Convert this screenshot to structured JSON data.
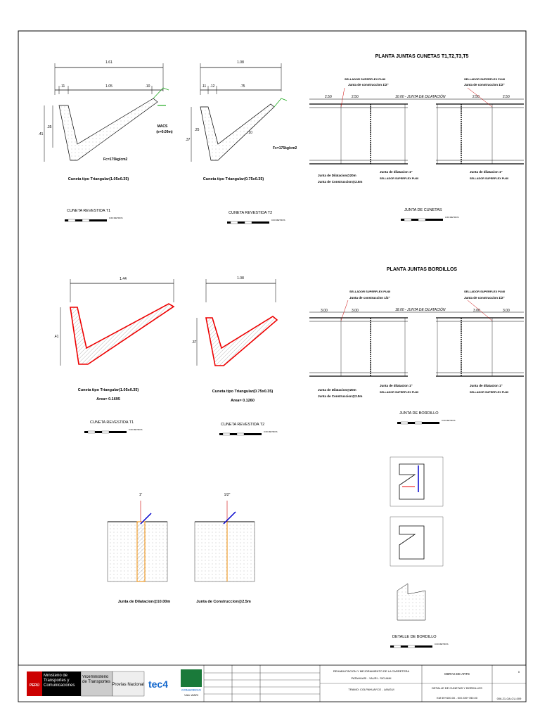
{
  "sheet": {
    "t1_top": {
      "dim_total": "1.61",
      "dim_a": ".11",
      "dim_b": "1.05",
      "dim_c": ".10",
      "h1": ".35",
      "h2": ".41",
      "macs": "MACS",
      "macs_e": "(e=0.09m)",
      "fc": "Fc=175kg/cm2",
      "caption": "Cuneta tipo Triangular(1.05x0.35)"
    },
    "t2_top": {
      "dim_total": "1.08",
      "dim_a": ".11",
      "dim_b": ".12",
      "dim_c": ".75",
      "h1": ".25",
      "h2": ".37",
      "h3": ".10",
      "fc": "Fc=175kg/cm2",
      "caption": "Cuneta tipo Triangular(0.75x0.35)"
    },
    "scales": {
      "cuneta_t1": "CUNETA REVESTIDA T1",
      "cuneta_t2": "CUNETA REVESTIDA T2",
      "junta_cunetas": "JUNTA DE CUNETAS",
      "junta_bordillo": "JUNTA DE BORDILLO",
      "detalle_bordillo": "DETALLE DE BORDILLO",
      "metros": "0.60 METROS"
    },
    "planta_cunetas": {
      "title": "PLANTA JUNTAS CUNETAS T1,T2,T3,T5",
      "sellador": "SELLADOR SUPERFLEX PU40",
      "junta_construccion": "Junta de construccion 1/2\"",
      "dims": [
        "2.50",
        "2.50",
        "2.50",
        "2.50"
      ],
      "center": "10.00 - JUNTA DE DILATACIÓN",
      "junta_dilatacion_20": "Junta de Dilatacion@20m",
      "junta_construccion_25": "Junta de Construccion@2.5m",
      "junta_dilatacion_1": "Junta de dilatacion 1\"",
      "sellador2": "SELLADOR SUPERFLEX PU40"
    },
    "planta_bordillos": {
      "title": "PLANTA JUNTAS BORDILLOS",
      "sellador": "SELLADOR SUPERFLEX PU40",
      "junta_construccion": "Junta de construccion 1/2\"",
      "dims": [
        "3.00",
        "3.00",
        "3.00",
        "3.00"
      ],
      "center": "18.00 - JUNTA DE DILATACIÓN",
      "junta_dilatacion_20": "Junta de Dilatacion@20m",
      "junta_construccion_25": "Junta de Construccion@2.5m",
      "junta_dilatacion_1": "Junta de dilatacion 1\"",
      "sellador2": "SELLADOR SUPERFLEX PU40"
    },
    "t1_mid": {
      "dim": "1.44",
      "h": ".41",
      "caption": "Cuneta tipo Triangular(1.05x0.35)",
      "area": "Area= 0.1695"
    },
    "t2_mid": {
      "dim": "1.08",
      "h": ".37",
      "caption": "Cuneta tipo Triangular(0.75x0.35)",
      "area": "Area= 0.1260"
    },
    "juntas": {
      "j1_top": "1\"",
      "j2_top": "1/2\"",
      "j1_caption": "Junta de Dilatacion@10.00m",
      "j2_caption": "Junta de Construccion@2.5m"
    },
    "titleblock": {
      "peru": "PERÚ",
      "ministerio": "Ministerio de Transportes y Comunicaciones",
      "viceministerio": "Viceministerio de Transportes",
      "provias": "Provías Nacional",
      "tec4": "tec4",
      "consorcio": "CONSORCIO",
      "vial_wari": "VIAL WARI",
      "obras": "OBRAS DE ARTE",
      "detalle": "DETALLE DE CUNETAS Y BORDILLOS",
      "proyecto1": "REHABILITACION Y MEJORAMIENTO DE LA CARRETERA",
      "proyecto2": "PATAHUASI - YAURI - SICUANI",
      "tramo": "TRAMO: COLPAHUAYCO - LANGUI",
      "km": "KM 59+600.00 - KM 239+780.00",
      "plano": "006-21-OA-CU-009",
      "hoja": "0"
    }
  }
}
